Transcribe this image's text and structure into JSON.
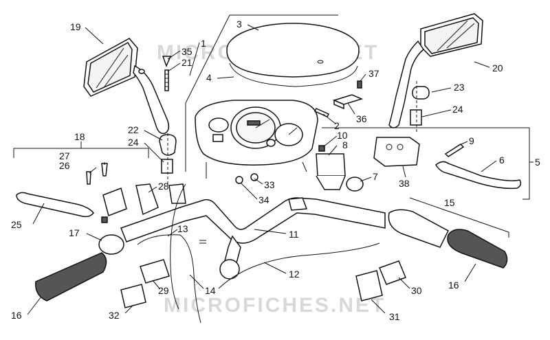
{
  "watermark": "MICROFICHES.NET",
  "callouts": [
    {
      "id": "1",
      "text": "1"
    },
    {
      "id": "2",
      "text": "2"
    },
    {
      "id": "3",
      "text": "3"
    },
    {
      "id": "4",
      "text": "4"
    },
    {
      "id": "5",
      "text": "5"
    },
    {
      "id": "6",
      "text": "6"
    },
    {
      "id": "7",
      "text": "7"
    },
    {
      "id": "8",
      "text": "8"
    },
    {
      "id": "9",
      "text": "9"
    },
    {
      "id": "10",
      "text": "10"
    },
    {
      "id": "11",
      "text": "11"
    },
    {
      "id": "12",
      "text": "12"
    },
    {
      "id": "13",
      "text": "13"
    },
    {
      "id": "14",
      "text": "14"
    },
    {
      "id": "15",
      "text": "15"
    },
    {
      "id": "16a",
      "text": "16"
    },
    {
      "id": "16b",
      "text": "16"
    },
    {
      "id": "17",
      "text": "17"
    },
    {
      "id": "18",
      "text": "18"
    },
    {
      "id": "19",
      "text": "19"
    },
    {
      "id": "20",
      "text": "20"
    },
    {
      "id": "21",
      "text": "21"
    },
    {
      "id": "22",
      "text": "22"
    },
    {
      "id": "23",
      "text": "23"
    },
    {
      "id": "24a",
      "text": "24"
    },
    {
      "id": "24b",
      "text": "24"
    },
    {
      "id": "25",
      "text": "25"
    },
    {
      "id": "26",
      "text": "26"
    },
    {
      "id": "27",
      "text": "27"
    },
    {
      "id": "28",
      "text": "28"
    },
    {
      "id": "29",
      "text": "29"
    },
    {
      "id": "30",
      "text": "30"
    },
    {
      "id": "31",
      "text": "31"
    },
    {
      "id": "32",
      "text": "32"
    },
    {
      "id": "33",
      "text": "33"
    },
    {
      "id": "34",
      "text": "34"
    },
    {
      "id": "35",
      "text": "35"
    },
    {
      "id": "36",
      "text": "36"
    },
    {
      "id": "37",
      "text": "37"
    },
    {
      "id": "38",
      "text": "38"
    }
  ]
}
